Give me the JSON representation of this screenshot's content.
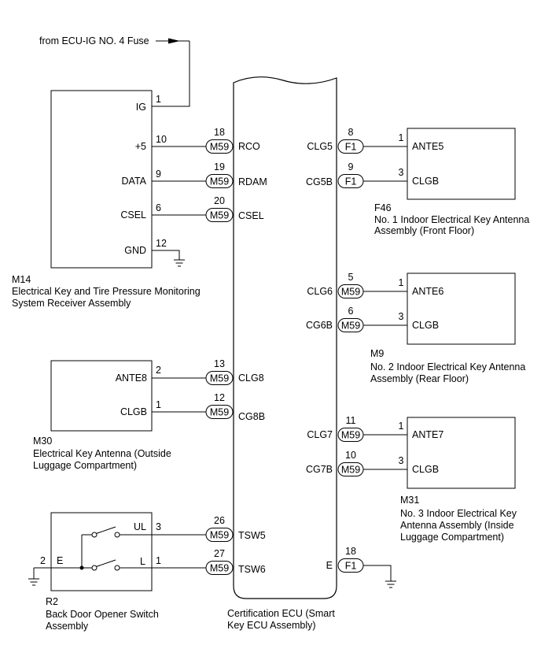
{
  "feed": {
    "label": "from ECU-IG NO. 4 Fuse"
  },
  "ecu": {
    "name": [
      "Certification ECU (Smart",
      "Key ECU Assembly)"
    ],
    "left": [
      {
        "pin": "18",
        "conn": "M59",
        "term": "RCO"
      },
      {
        "pin": "19",
        "conn": "M59",
        "term": "RDAM"
      },
      {
        "pin": "20",
        "conn": "M59",
        "term": "CSEL"
      },
      {
        "pin": "13",
        "conn": "M59",
        "term": "CLG8"
      },
      {
        "pin": "12",
        "conn": "M59",
        "term": "CG8B"
      },
      {
        "pin": "26",
        "conn": "M59",
        "term": "TSW5"
      },
      {
        "pin": "27",
        "conn": "M59",
        "term": "TSW6"
      }
    ],
    "right": [
      {
        "pin": "8",
        "conn": "F1",
        "term": "CLG5"
      },
      {
        "pin": "9",
        "conn": "F1",
        "term": "CG5B"
      },
      {
        "pin": "5",
        "conn": "M59",
        "term": "CLG6"
      },
      {
        "pin": "6",
        "conn": "M59",
        "term": "CG6B"
      },
      {
        "pin": "11",
        "conn": "M59",
        "term": "CLG7"
      },
      {
        "pin": "10",
        "conn": "M59",
        "term": "CG7B"
      },
      {
        "pin": "18",
        "conn": "F1",
        "term": "E"
      }
    ]
  },
  "m14": {
    "code": "M14",
    "name": [
      "Electrical Key and Tire Pressure Monitoring",
      "System Receiver Assembly"
    ],
    "terms": [
      {
        "pin": "1",
        "label": "IG"
      },
      {
        "pin": "10",
        "label": "+5"
      },
      {
        "pin": "9",
        "label": "DATA"
      },
      {
        "pin": "6",
        "label": "CSEL"
      },
      {
        "pin": "12",
        "label": "GND"
      }
    ]
  },
  "m30": {
    "code": "M30",
    "name": [
      "Electrical Key Antenna (Outside",
      "Luggage Compartment)"
    ],
    "terms": [
      {
        "pin": "2",
        "label": "ANTE8"
      },
      {
        "pin": "1",
        "label": "CLGB"
      }
    ]
  },
  "r2": {
    "code": "R2",
    "name": [
      "Back Door Opener Switch",
      "Assembly"
    ],
    "terms": [
      {
        "pin": "3",
        "label": "UL"
      },
      {
        "pin": "1",
        "label": "L"
      },
      {
        "pin": "2",
        "label": "E"
      }
    ]
  },
  "f46": {
    "code": "F46",
    "name": [
      "No. 1 Indoor Electrical Key Antenna",
      "Assembly (Front Floor)"
    ],
    "terms": [
      {
        "pin": "1",
        "label": "ANTE5"
      },
      {
        "pin": "3",
        "label": "CLGB"
      }
    ]
  },
  "m9": {
    "code": "M9",
    "name": [
      "No. 2 Indoor Electrical Key Antenna",
      "Assembly (Rear Floor)"
    ],
    "terms": [
      {
        "pin": "1",
        "label": "ANTE6"
      },
      {
        "pin": "3",
        "label": "CLGB"
      }
    ]
  },
  "m31": {
    "code": "M31",
    "name": [
      "No. 3 Indoor Electrical Key",
      "Antenna Assembly (Inside",
      "Luggage Compartment)"
    ],
    "terms": [
      {
        "pin": "1",
        "label": "ANTE7"
      },
      {
        "pin": "3",
        "label": "CLGB"
      }
    ]
  },
  "colors": {
    "line": "#000000",
    "text": "#000000",
    "background": "#ffffff"
  }
}
